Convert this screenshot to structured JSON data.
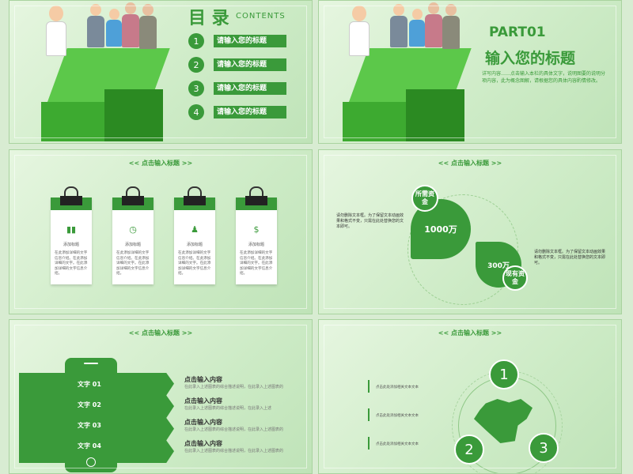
{
  "toc": {
    "title": "目 录",
    "subtitle": "CONTENTS",
    "items": [
      {
        "n": "1",
        "label": "请输入您的标题"
      },
      {
        "n": "2",
        "label": "请输入您的标题"
      },
      {
        "n": "3",
        "label": "请输入您的标题"
      },
      {
        "n": "4",
        "label": "请输入您的标题"
      }
    ]
  },
  "part": {
    "label": "PART01",
    "title": "输入您的标题",
    "desc": "详写内容……点击输入本栏的具体文字，说明图要的说明分项内容，此为概念图解，请根据您的具体内容酌情修改。"
  },
  "slide3": {
    "header": "<<  点击输入标题  >>",
    "cards": [
      {
        "icon": "▮▮",
        "title": "添加标题",
        "body": "在此添加详细的文字信息介绍。在此添加详细的文字。在此添加详细的文字信息介绍。"
      },
      {
        "icon": "◷",
        "title": "添加标题",
        "body": "在此添加详细的文字信息介绍。在此添加详细的文字。在此添加详细的文字信息介绍。"
      },
      {
        "icon": "♟",
        "title": "添加标题",
        "body": "在此添加详细的文字信息介绍。在此添加详细的文字。在此添加详细的文字信息介绍。"
      },
      {
        "icon": "$",
        "title": "添加标题",
        "body": "在此添加详细的文字信息介绍。在此添加详细的文字。在此添加详细的文字信息介绍。"
      }
    ]
  },
  "slide4": {
    "header": "<<  点击输入标题  >>",
    "need_label": "所需资金",
    "need_value": "1000万",
    "have_label": "现有资金",
    "have_value": "300万",
    "text_left": "请勿删除文本框。为了保留文本动画效果和格式不变，只需在此处替换您的文本即可。",
    "text_right": "请勿删除文本框。为了保留文本动画效果和格式不变，只需在此处替换您的文本即可。"
  },
  "slide5": {
    "header": "<<  点击输入标题  >>",
    "rows": [
      {
        "label": "文字 01",
        "title": "点击输入内容",
        "desc": "在此录入上述图表的综合描述说明，在此录入上述图表的"
      },
      {
        "label": "文字 02",
        "title": "点击输入内容",
        "desc": "在此录入上述图表的综合描述说明，在此录入上述"
      },
      {
        "label": "文字 03",
        "title": "点击输入内容",
        "desc": "在此录入上述图表的综合描述说明，在此录入上述图表的"
      },
      {
        "label": "文字 04",
        "title": "点击输入内容",
        "desc": "在此录入上述图表的综合描述说明，在此录入上述图表的"
      }
    ]
  },
  "slide6": {
    "header": "<<  点击输入标题  >>",
    "items": [
      "点击此处添加相关文本文本",
      "点击此处添加相关文本文本",
      "点击此处添加相关文本文本"
    ],
    "nums": [
      "1",
      "2",
      "3"
    ]
  },
  "colors": {
    "accent": "#3a9a3a",
    "light": "#d8ecd2"
  }
}
